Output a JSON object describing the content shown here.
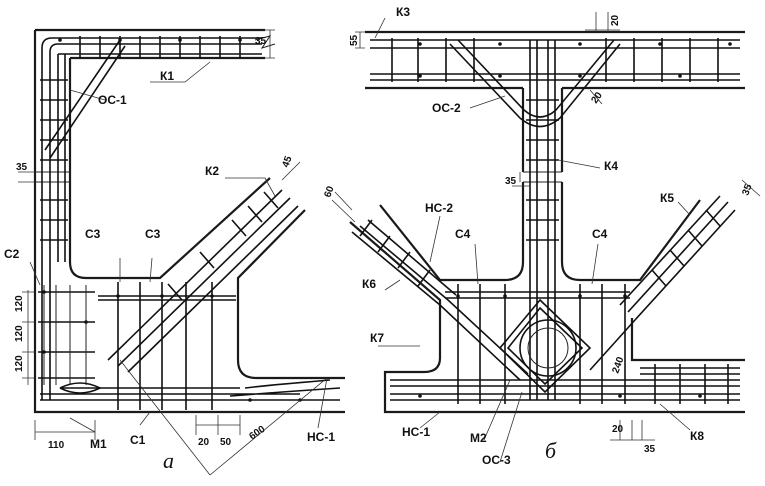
{
  "diagram_a": {
    "caption": "а",
    "labels": {
      "k1": "К1",
      "os1": "ОС-1",
      "k2": "К2",
      "c2": "С2",
      "c3_left": "С3",
      "c3_right": "С3",
      "c1": "С1",
      "m1": "М1",
      "nc1": "НС-1"
    },
    "dimensions": {
      "d35_top": "35",
      "d35_left": "35",
      "d45": "45",
      "d120_a": "120",
      "d120_b": "120",
      "d120_c": "120",
      "d110": "110",
      "d20": "20",
      "d50": "50",
      "d600": "600"
    }
  },
  "diagram_b": {
    "caption": "б",
    "labels": {
      "k3": "К3",
      "os2": "ОС-2",
      "k4": "К4",
      "nc2": "НС-2",
      "c4_left": "С4",
      "c4_right": "С4",
      "k5": "К5",
      "k6": "К6",
      "k7": "К7",
      "nc1": "НС-1",
      "m2": "М2",
      "os3": "ОС-3",
      "k8": "К8"
    },
    "dimensions": {
      "d55": "55",
      "d20_top": "20",
      "d20_mid": "20",
      "d35_mid": "35",
      "d60": "60",
      "d35_right": "35",
      "d240": "240",
      "d20_bottom": "20",
      "d35_bottom": "35"
    }
  }
}
